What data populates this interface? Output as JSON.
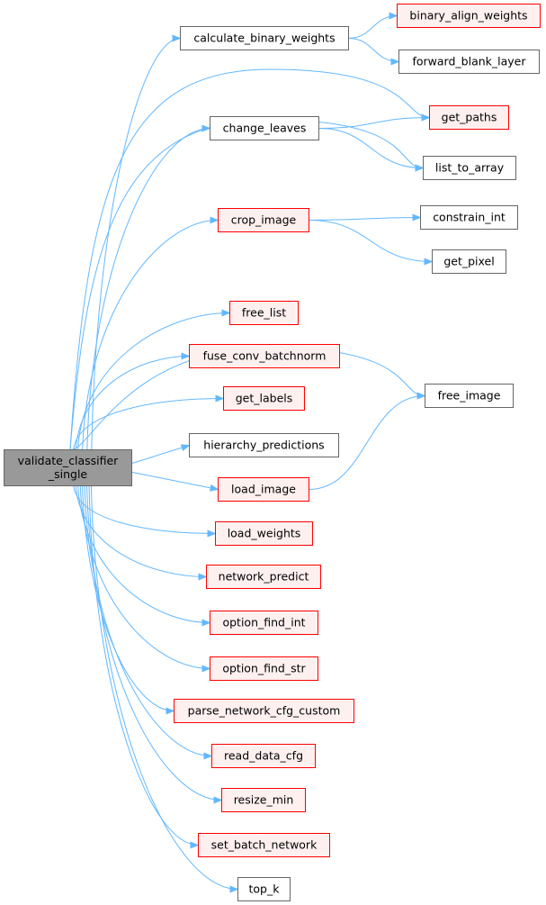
{
  "colors": {
    "edge": "#63b8ff",
    "root_fill": "#999999",
    "root_border": "#666666",
    "node_fill": "#ffffff",
    "node_border": "#666666",
    "red_border": "#ff0000",
    "red_fill": "#fff0f0"
  },
  "root": {
    "id": "root",
    "lines": [
      "validate_classifier",
      "_single"
    ]
  },
  "nodes": [
    {
      "id": "calculate_binary_weights",
      "label": "calculate_binary_weights",
      "style": "normal"
    },
    {
      "id": "binary_align_weights",
      "label": "binary_align_weights",
      "style": "red"
    },
    {
      "id": "forward_blank_layer",
      "label": "forward_blank_layer",
      "style": "normal"
    },
    {
      "id": "get_paths",
      "label": "get_paths",
      "style": "red"
    },
    {
      "id": "change_leaves",
      "label": "change_leaves",
      "style": "normal"
    },
    {
      "id": "list_to_array",
      "label": "list_to_array",
      "style": "normal"
    },
    {
      "id": "crop_image",
      "label": "crop_image",
      "style": "red"
    },
    {
      "id": "constrain_int",
      "label": "constrain_int",
      "style": "normal"
    },
    {
      "id": "get_pixel",
      "label": "get_pixel",
      "style": "normal"
    },
    {
      "id": "free_list",
      "label": "free_list",
      "style": "red"
    },
    {
      "id": "fuse_conv_batchnorm",
      "label": "fuse_conv_batchnorm",
      "style": "red"
    },
    {
      "id": "free_image",
      "label": "free_image",
      "style": "normal"
    },
    {
      "id": "get_labels",
      "label": "get_labels",
      "style": "red"
    },
    {
      "id": "hierarchy_predictions",
      "label": "hierarchy_predictions",
      "style": "normal"
    },
    {
      "id": "load_image",
      "label": "load_image",
      "style": "red"
    },
    {
      "id": "load_weights",
      "label": "load_weights",
      "style": "red"
    },
    {
      "id": "network_predict",
      "label": "network_predict",
      "style": "red"
    },
    {
      "id": "option_find_int",
      "label": "option_find_int",
      "style": "red"
    },
    {
      "id": "option_find_str",
      "label": "option_find_str",
      "style": "red"
    },
    {
      "id": "parse_network_cfg_custom",
      "label": "parse_network_cfg_custom",
      "style": "red"
    },
    {
      "id": "read_data_cfg",
      "label": "read_data_cfg",
      "style": "red"
    },
    {
      "id": "resize_min",
      "label": "resize_min",
      "style": "red"
    },
    {
      "id": "set_batch_network",
      "label": "set_batch_network",
      "style": "red"
    },
    {
      "id": "top_k",
      "label": "top_k",
      "style": "normal"
    }
  ],
  "edges": [
    [
      "root",
      "calculate_binary_weights"
    ],
    [
      "root",
      "get_paths"
    ],
    [
      "root",
      "change_leaves"
    ],
    [
      "root",
      "list_to_array"
    ],
    [
      "root",
      "crop_image"
    ],
    [
      "root",
      "free_image"
    ],
    [
      "root",
      "free_list"
    ],
    [
      "root",
      "fuse_conv_batchnorm"
    ],
    [
      "root",
      "get_labels"
    ],
    [
      "root",
      "hierarchy_predictions"
    ],
    [
      "root",
      "load_image"
    ],
    [
      "root",
      "load_weights"
    ],
    [
      "root",
      "network_predict"
    ],
    [
      "root",
      "option_find_int"
    ],
    [
      "root",
      "option_find_str"
    ],
    [
      "root",
      "parse_network_cfg_custom"
    ],
    [
      "root",
      "read_data_cfg"
    ],
    [
      "root",
      "resize_min"
    ],
    [
      "root",
      "set_batch_network"
    ],
    [
      "root",
      "top_k"
    ],
    [
      "calculate_binary_weights",
      "binary_align_weights"
    ],
    [
      "calculate_binary_weights",
      "forward_blank_layer"
    ],
    [
      "change_leaves",
      "get_paths"
    ],
    [
      "change_leaves",
      "list_to_array"
    ],
    [
      "crop_image",
      "constrain_int"
    ],
    [
      "crop_image",
      "get_pixel"
    ],
    [
      "load_image",
      "free_image"
    ]
  ]
}
